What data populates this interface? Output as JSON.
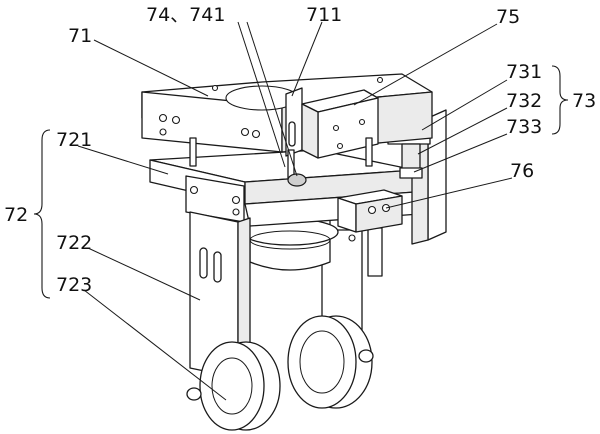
{
  "labels": {
    "l71": "71",
    "l74_741": "74、741",
    "l711": "711",
    "l75": "75",
    "l731": "731",
    "l732": "732",
    "l733": "733",
    "l73": "73",
    "l721": "721",
    "l76": "76",
    "l72": "72",
    "l722": "722",
    "l723": "723"
  }
}
